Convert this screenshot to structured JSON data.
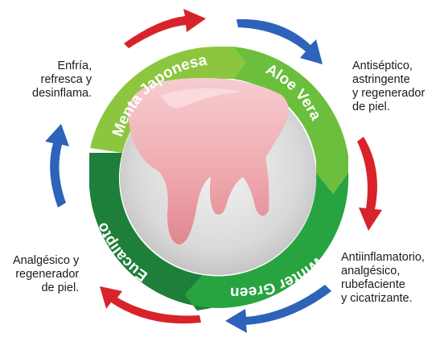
{
  "cycle": {
    "segments": [
      {
        "id": "menta",
        "label": "Menta Japonesa",
        "color": "#8cc63f"
      },
      {
        "id": "aloe",
        "label": "Aloe Vera",
        "color": "#6cbf3c"
      },
      {
        "id": "winter",
        "label": "Winter Green",
        "color": "#27a33f"
      },
      {
        "id": "eucalipto",
        "label": "Eucalipto",
        "color": "#1e7f3a"
      }
    ],
    "descriptions": {
      "menta": "Enfría,\nrefresca y\ndesinflama.",
      "aloe": "Antiséptico,\nastringente\ny regenerador\nde piel.",
      "winter": "Antiinflamatorio,\nanalgésico,\nrubefaciente\ny cicatrizante.",
      "eucalipto": "Analgésico y\nregenerador\nde piel."
    },
    "arrow_colors": {
      "red": "#d8232a",
      "blue": "#2d63b8"
    }
  }
}
